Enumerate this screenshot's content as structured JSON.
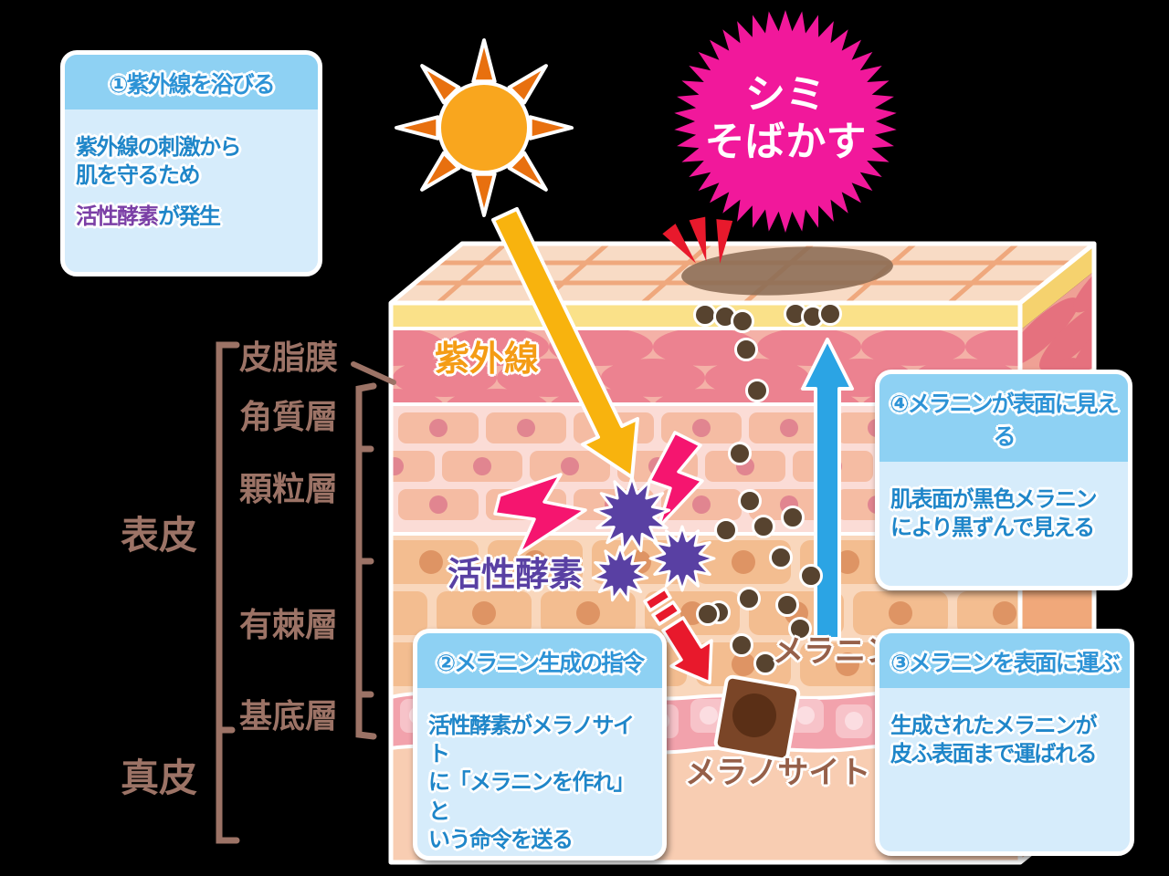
{
  "badge": {
    "line1": "シミ",
    "line2": "そばかす"
  },
  "scene_labels": {
    "uv_ray": "紫外線",
    "active_enzyme": "活性酵素",
    "melanin": "メラニン",
    "melanocyte": "メラノサイト"
  },
  "skin_layers": {
    "sebum_film": "皮脂膜",
    "stratum_corneum": "角質層",
    "granular_layer": "顆粒層",
    "spinous_layer": "有棘層",
    "basal_layer": "基底層",
    "epidermis": "表皮",
    "dermis": "真皮"
  },
  "steps": {
    "step1": {
      "title": "①紫外線を浴びる",
      "line1": "紫外線の刺激から",
      "line2": "肌を守るため",
      "highlight": "活性酵素",
      "after_highlight": "が発生"
    },
    "step2": {
      "title": "②メラニン生成の指令",
      "line1": "活性酵素がメラノサイト",
      "line2": "に「メラニンを作れ」と",
      "line3": "いう命令を送る"
    },
    "step3": {
      "title": "③メラニンを表面に運ぶ",
      "line1": "生成されたメラニンが",
      "line2": "皮ふ表面まで運ばれる"
    },
    "step4": {
      "title": "④メラニンが表面に見える",
      "line1": "肌表面が黒色メラニン",
      "line2": "により黒ずんで見える"
    }
  },
  "colors": {
    "badge_pink": "#F1189B",
    "uv_arrow_orange": "#F8B30E",
    "sun_core_orange": "#F9A61E",
    "sun_ray_orange": "#E8700F",
    "enzyme_purple": "#5940A3",
    "lightning_pink": "#F5156F",
    "melanin_dot_brown": "#57432F",
    "melanocyte_brown": "#7A4527",
    "transport_arrow_blue": "#2BA4E4",
    "alert_red": "#E8192C",
    "label_brown": "#9C7366",
    "box_header_blue": "#8ED1F3",
    "box_body_blue": "#D6ECFB",
    "box_text_blue": "#1F86C9"
  }
}
